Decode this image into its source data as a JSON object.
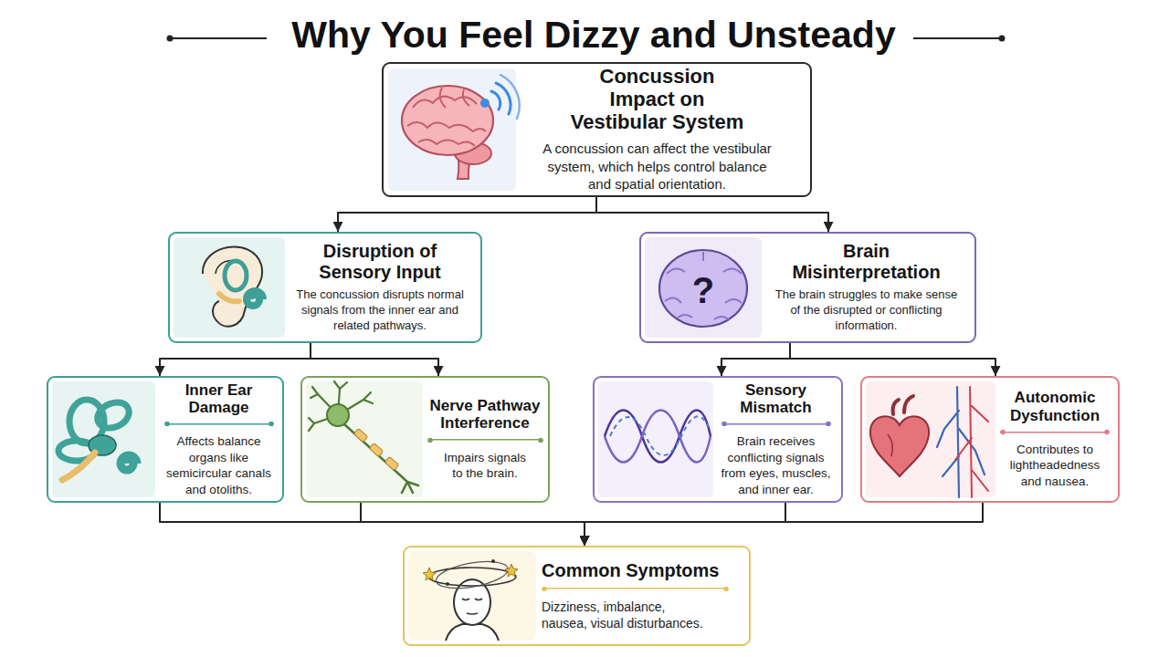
{
  "diagram": {
    "title": "Why You Feel Dizzy and Unsteady",
    "nodes": [
      {
        "text": [
          "Concussion Impact on Vestibular System",
          "A concussion can affect the vestibular system, which helps control balance and spatial orientation."
        ]
      },
      {
        "text": [
          "Disruption of Sensory Input",
          "The concussion disrupts normal signals from the inner ear and related pathways."
        ]
      },
      {
        "text": [
          "Brain Misinterpretation",
          "The brain struggles to make sense of the disrupted or conflicting information."
        ]
      },
      {
        "text": [
          "Inner Ear Damage",
          "Affects balance organs like semicircular canals and otoliths."
        ]
      },
      {
        "text": [
          "Nerve Pathway Interference",
          "Impairs signals to the brain."
        ]
      },
      {
        "text": [
          "Sensory Mismatch",
          "Brain receives conflicting signals from eyes, muscles, and inner ear."
        ]
      },
      {
        "text": [
          "Autonomic Dysfunction",
          "Contributes to lightheadedness and nausea."
        ]
      },
      {
        "text": [
          "Common Symptoms",
          "Dizziness, imbalance, nausea, visual disturbances."
        ]
      }
    ],
    "edges": [
      {
        "from": 0,
        "to": 1,
        "arrow": "to"
      },
      {
        "from": 0,
        "to": 2,
        "arrow": "to"
      },
      {
        "from": 1,
        "to": 3,
        "arrow": "to"
      },
      {
        "from": 1,
        "to": 4,
        "arrow": "to"
      },
      {
        "from": 2,
        "to": 5,
        "arrow": "to"
      },
      {
        "from": 2,
        "to": 6,
        "arrow": "to"
      },
      {
        "from": 3,
        "to": 7,
        "arrow": "to"
      },
      {
        "from": 4,
        "to": 7,
        "arrow": "to"
      },
      {
        "from": 5,
        "to": 7,
        "arrow": "to"
      },
      {
        "from": 6,
        "to": 7,
        "arrow": "to"
      }
    ],
    "labels": [
      "?"
    ]
  }
}
